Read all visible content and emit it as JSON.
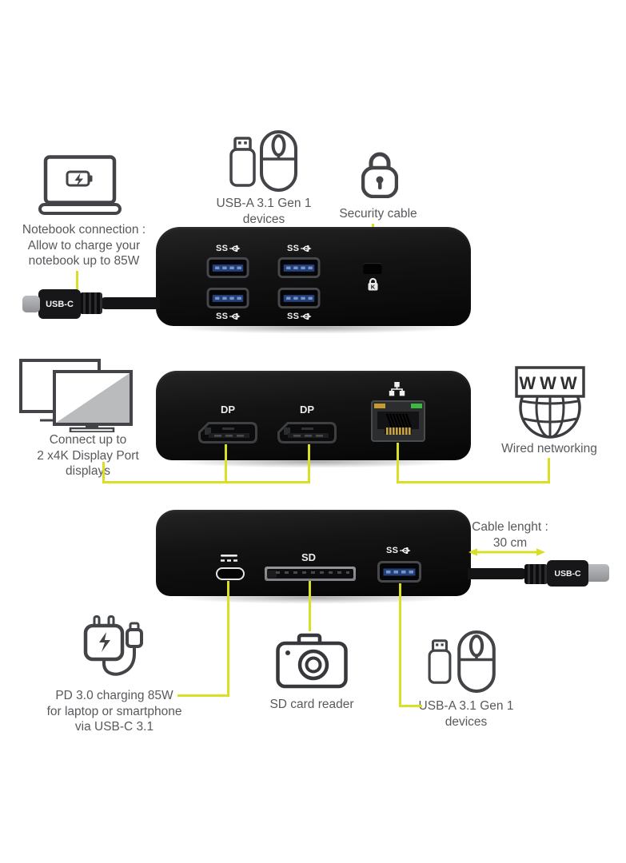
{
  "colors": {
    "accent_line": "#d9df25",
    "dock_body": "#141414",
    "usb_tongue_blue": "#24407b",
    "callout_text": "#58595d",
    "icon_stroke": "#434448",
    "ethernet_led_amber": "#c59a2f",
    "ethernet_led_green": "#3cb943",
    "ethernet_pins_gold": "#c9a43e"
  },
  "callouts": {
    "notebook": {
      "line1": "Notebook connection :",
      "line2": "Allow to charge your",
      "line3": "notebook up to 85W"
    },
    "usba_top": {
      "line1": "USB-A 3.1 Gen 1",
      "line2": "devices"
    },
    "security": {
      "label": "Security cable"
    },
    "displays": {
      "line1": "Connect up to",
      "line2": "2 x4K Display Port",
      "line3": "displays"
    },
    "network": {
      "label": "Wired networking",
      "globe_text": "WWW"
    },
    "cable_length": {
      "line1": "Cable lenght :",
      "line2": "30 cm"
    },
    "pd_charging": {
      "line1": "PD 3.0 charging 85W",
      "line2": "for laptop or smartphone",
      "line3": "via USB-C 3.1"
    },
    "sd_reader": {
      "label": "SD card reader"
    },
    "usba_bottom": {
      "line1": "USB-A 3.1 Gen 1",
      "line2": "devices"
    }
  },
  "port_labels": {
    "usbc_plug": "USB-C",
    "dp": "DP",
    "sd": "SD",
    "superspeed": "SS",
    "kensington": "K"
  },
  "docks": {
    "top_view_ports": [
      "usb-a 3.1",
      "usb-a 3.1",
      "usb-a 3.1",
      "usb-a 3.1",
      "security-lock-slot",
      "usb-c host cable"
    ],
    "rear_view_ports": [
      "displayport",
      "displayport",
      "ethernet-rj45"
    ],
    "front_view_ports": [
      "usb-c pd",
      "sd-card-slot",
      "usb-a 3.1",
      "usb-c cable 30 cm"
    ]
  },
  "icons": [
    "laptop-charging-icon",
    "usb-flash-drive-icon",
    "mouse-icon",
    "padlock-icon",
    "dual-monitors-icon",
    "www-globe-icon",
    "wall-charger-icon",
    "camera-icon",
    "network-nodes-icon",
    "kensington-lock-icon",
    "superspeed-trident-icon",
    "dc-power-symbol-icon",
    "double-arrow-icon"
  ]
}
